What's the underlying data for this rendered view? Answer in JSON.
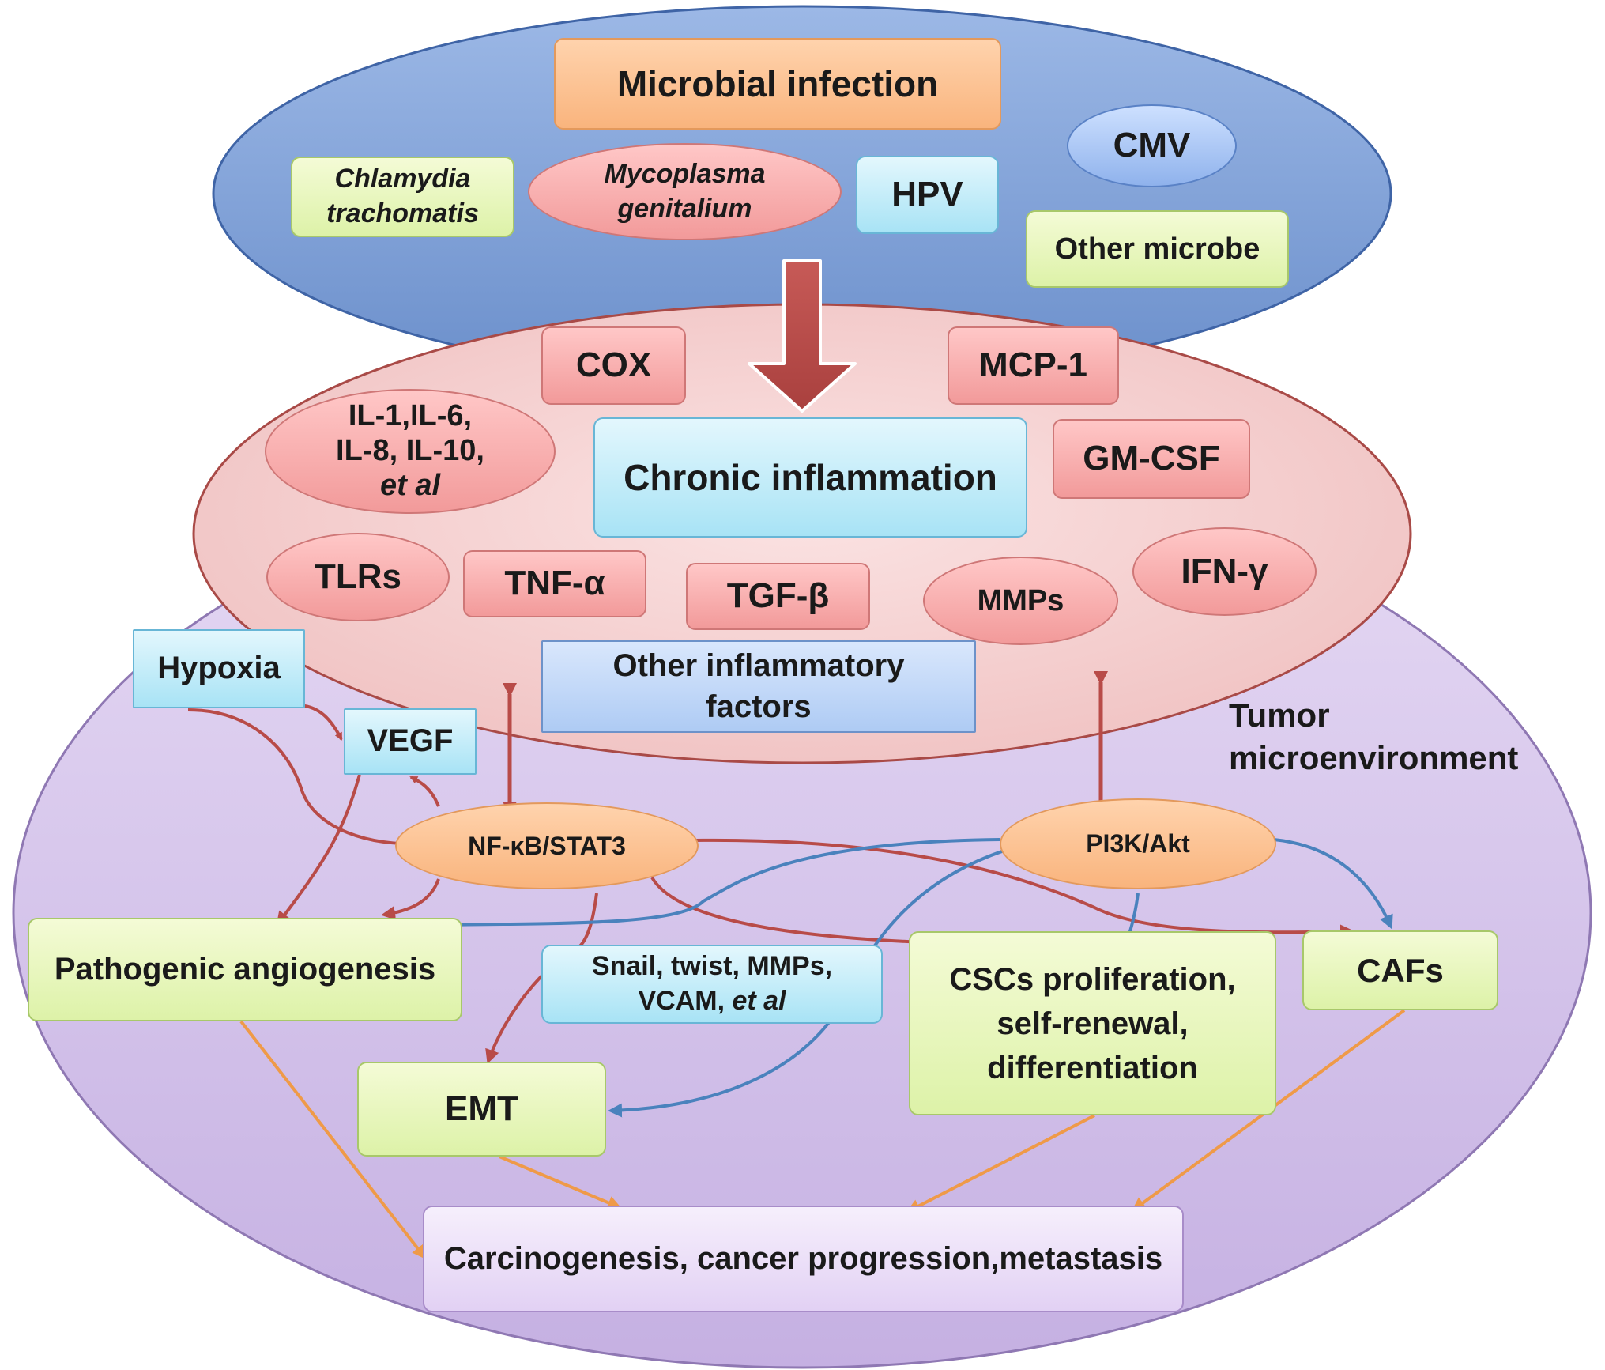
{
  "microbial": {
    "title": "Microbial infection",
    "chlamydia_line1": "Chlamydia",
    "chlamydia_line2": "trachomatis",
    "mycoplasma_line1": "Mycoplasma",
    "mycoplasma_line2": "genitalium",
    "hpv": "HPV",
    "cmv": "CMV",
    "other_microbe": "Other microbe"
  },
  "inflammation": {
    "title": "Chronic inflammation",
    "cox": "COX",
    "mcp1": "MCP-1",
    "gmcsf": "GM-CSF",
    "il_line1": "IL-1,IL-6,",
    "il_line2": "IL-8, IL-10,",
    "il_line3": "et al",
    "tlrs": "TLRs",
    "tnfa": "TNF-α",
    "tgfb": "TGF-β",
    "mmps": "MMPs",
    "ifng": "IFN-γ",
    "other_line1": "Other inflammatory",
    "other_line2": "factors"
  },
  "tumor": {
    "label_line1": "Tumor",
    "label_line2": "microenvironment",
    "hypoxia": "Hypoxia",
    "vegf": "VEGF",
    "nfkb": "NF-κB/STAT3",
    "pi3k": "PI3K/Akt",
    "angiogenesis": "Pathogenic angiogenesis",
    "snail_line1": "Snail, twist, MMPs,",
    "snail_line2a": "VCAM, ",
    "snail_line2b": "et al",
    "cscs_line1": "CSCs proliferation,",
    "cscs_line2": "self-renewal,",
    "cscs_line3": "differentiation",
    "cafs": "CAFs",
    "emt": "EMT",
    "outcome": "Carcinogenesis, cancer progression,metastasis"
  },
  "colors": {
    "red_arrow": "#b84b48",
    "blue_arrow": "#4a82bd",
    "orange_arrow": "#ef9a48",
    "big_arrow": "#c0504d"
  }
}
